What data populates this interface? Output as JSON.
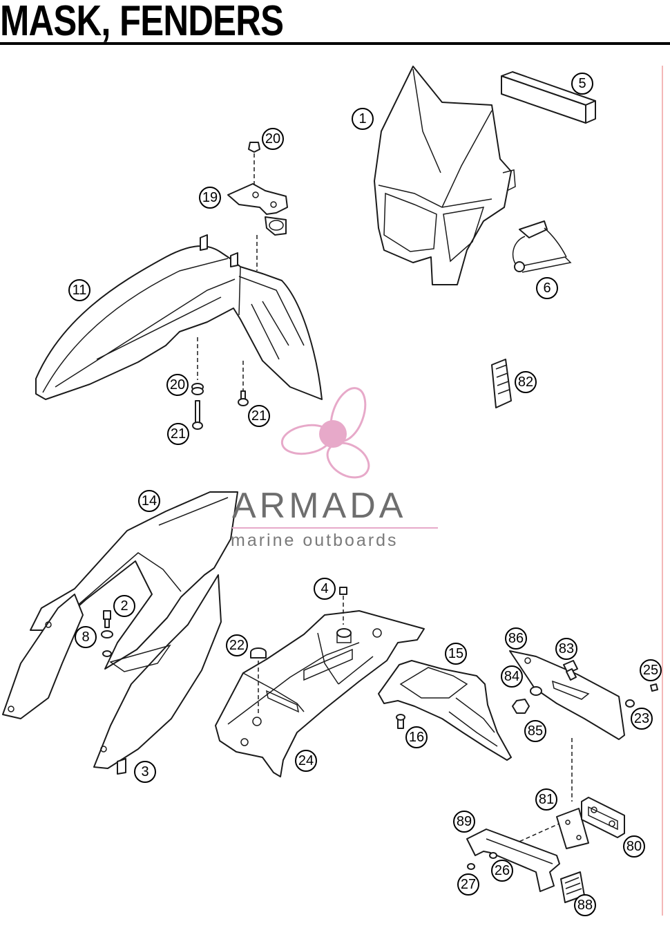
{
  "title": "MASK, FENDERS",
  "watermark": {
    "name": "ARMADA",
    "tagline": "marine outboards",
    "accent_color": "#e7a9c9",
    "text_color": "#6e6e6e"
  },
  "callouts": [
    {
      "id": "c1",
      "label": "1"
    },
    {
      "id": "c5",
      "label": "5"
    },
    {
      "id": "c6",
      "label": "6"
    },
    {
      "id": "c20a",
      "label": "20"
    },
    {
      "id": "c19",
      "label": "19"
    },
    {
      "id": "c11",
      "label": "11"
    },
    {
      "id": "c20b",
      "label": "20"
    },
    {
      "id": "c21a",
      "label": "21"
    },
    {
      "id": "c21b",
      "label": "21"
    },
    {
      "id": "c82",
      "label": "82"
    },
    {
      "id": "c14",
      "label": "14"
    },
    {
      "id": "c2",
      "label": "2"
    },
    {
      "id": "c8",
      "label": "8"
    },
    {
      "id": "c3",
      "label": "3"
    },
    {
      "id": "c4",
      "label": "4"
    },
    {
      "id": "c22",
      "label": "22"
    },
    {
      "id": "c24",
      "label": "24"
    },
    {
      "id": "c15",
      "label": "15"
    },
    {
      "id": "c16",
      "label": "16"
    },
    {
      "id": "c86",
      "label": "86"
    },
    {
      "id": "c83",
      "label": "83"
    },
    {
      "id": "c84",
      "label": "84"
    },
    {
      "id": "c85",
      "label": "85"
    },
    {
      "id": "c25",
      "label": "25"
    },
    {
      "id": "c23",
      "label": "23"
    },
    {
      "id": "c81",
      "label": "81"
    },
    {
      "id": "c89",
      "label": "89"
    },
    {
      "id": "c80",
      "label": "80"
    },
    {
      "id": "c26",
      "label": "26"
    },
    {
      "id": "c27",
      "label": "27"
    },
    {
      "id": "c88",
      "label": "88"
    }
  ]
}
